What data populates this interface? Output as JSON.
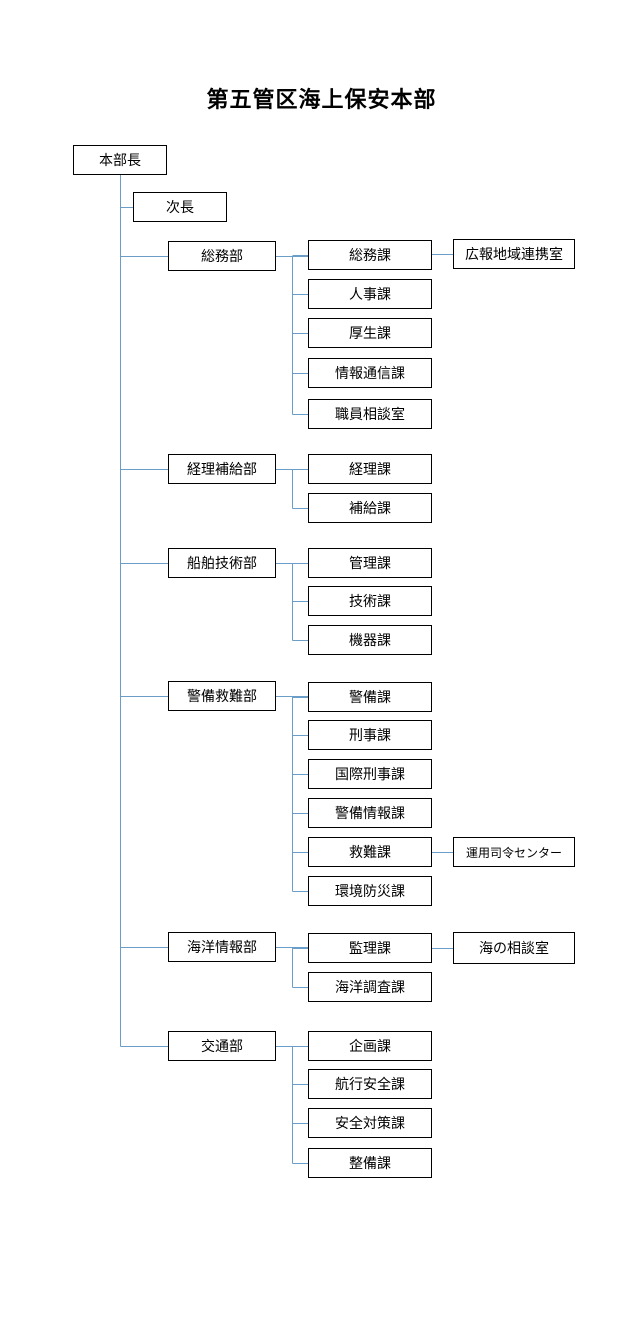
{
  "title": "第五管区海上保安本部",
  "chief": "本部長",
  "deputy": "次長",
  "departments": [
    {
      "name": "総務部",
      "sections": [
        {
          "name": "総務課",
          "sub": "広報地域連携室"
        },
        {
          "name": "人事課"
        },
        {
          "name": "厚生課"
        },
        {
          "name": "情報通信課"
        },
        {
          "name": "職員相談室"
        }
      ]
    },
    {
      "name": "経理補給部",
      "sections": [
        {
          "name": "経理課"
        },
        {
          "name": "補給課"
        }
      ]
    },
    {
      "name": "船舶技術部",
      "sections": [
        {
          "name": "管理課"
        },
        {
          "name": "技術課"
        },
        {
          "name": "機器課"
        }
      ]
    },
    {
      "name": "警備救難部",
      "sections": [
        {
          "name": "警備課"
        },
        {
          "name": "刑事課"
        },
        {
          "name": "国際刑事課"
        },
        {
          "name": "警備情報課"
        },
        {
          "name": "救難課",
          "sub": "運用司令センター"
        },
        {
          "name": "環境防災課"
        }
      ]
    },
    {
      "name": "海洋情報部",
      "sections": [
        {
          "name": "監理課",
          "sub": "海の相談室"
        },
        {
          "name": "海洋調査課"
        }
      ]
    },
    {
      "name": "交通部",
      "sections": [
        {
          "name": "企画課"
        },
        {
          "name": "航行安全課"
        },
        {
          "name": "安全対策課"
        },
        {
          "name": "整備課"
        }
      ]
    }
  ],
  "line_color": "#6a9ec8"
}
